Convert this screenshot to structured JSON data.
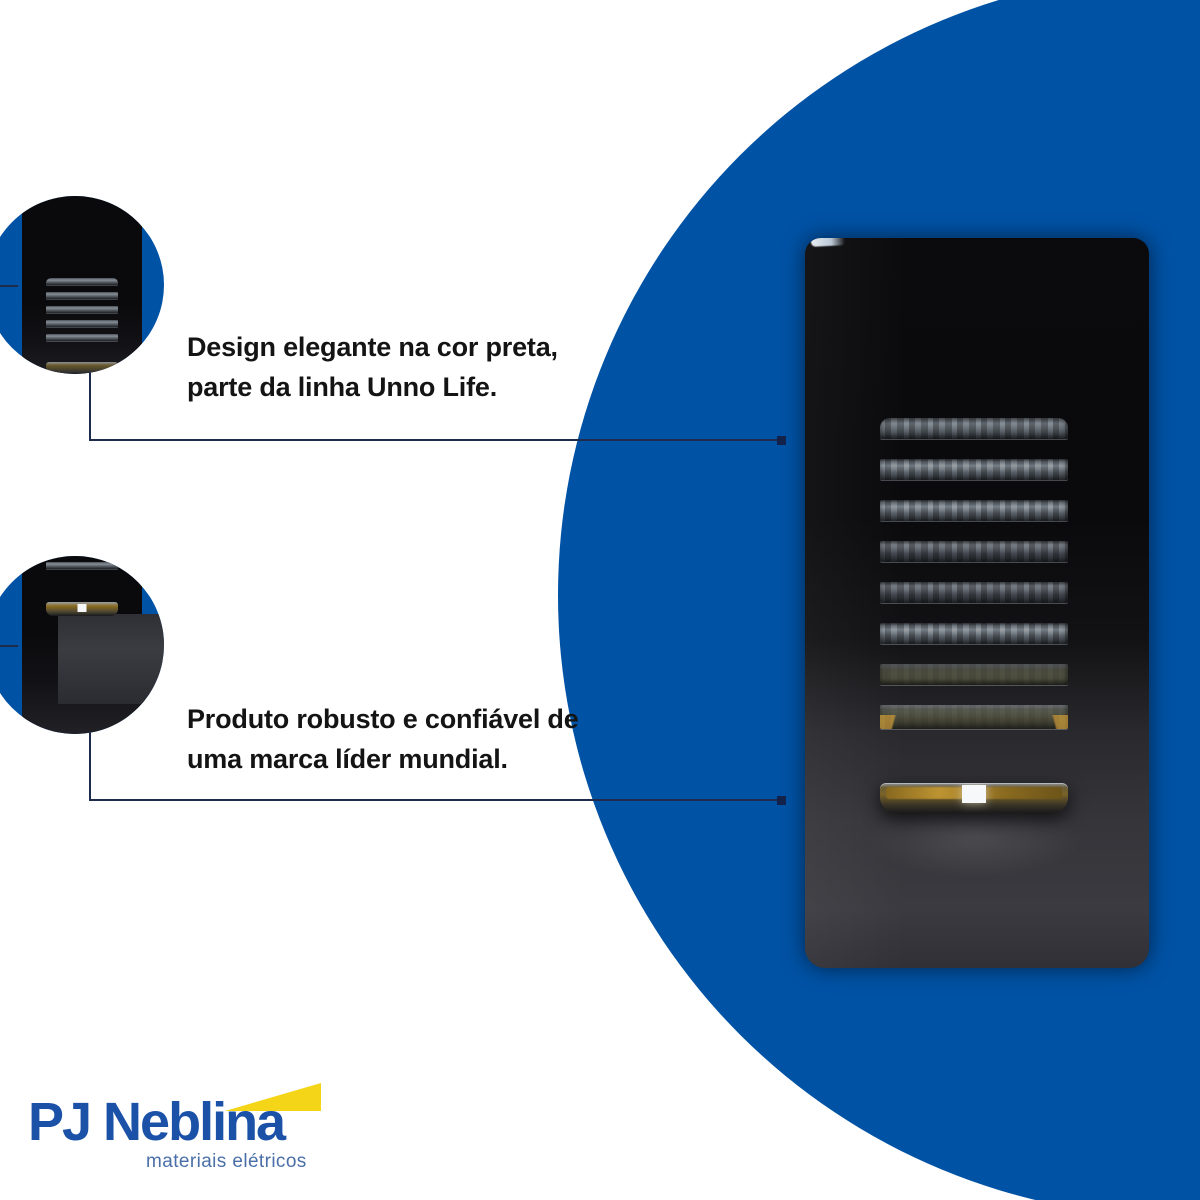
{
  "theme": {
    "brand_blue": "#0052A5",
    "logo_blue": "#1B52A8",
    "logo_yellow": "#F5D518",
    "connector_navy": "#1D2B4D",
    "text_black": "#141414",
    "background": "#FFFFFF"
  },
  "callouts": [
    {
      "id": "design",
      "text": "Design elegante na cor preta, parte da linha Unno Life.",
      "thumb_label": "product-closeup-top"
    },
    {
      "id": "robusto",
      "text": "Produto robusto e confiável de uma marca líder mundial.",
      "thumb_label": "product-closeup-bottom"
    }
  ],
  "product": {
    "name": "switch-plate",
    "color": "black",
    "slat_count": 8,
    "has_led_indicator": true
  },
  "logo": {
    "name": "PJ Neblina",
    "tagline": "materiais elétricos"
  }
}
